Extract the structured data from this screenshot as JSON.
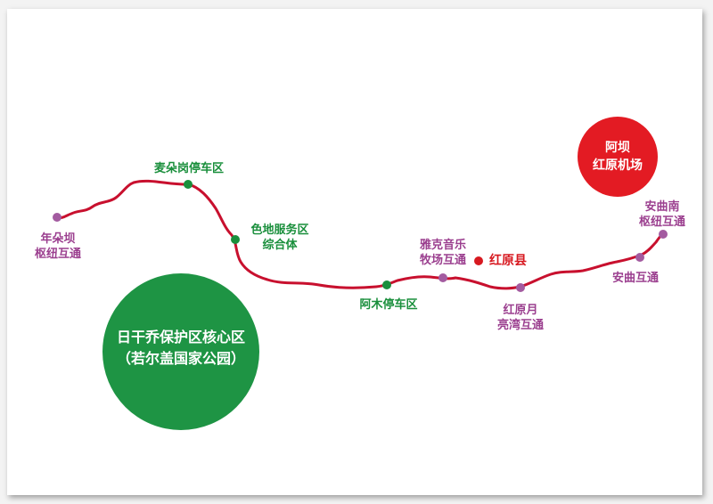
{
  "colors": {
    "route": "#c8102e",
    "station_green": "#1a8f3c",
    "interchange_purple": "#a35ba0",
    "county_red": "#d71920",
    "reserve_circle": "#1e9444",
    "airport_circle": "#e31b23"
  },
  "reserve": {
    "line1": "日干乔保护区核心区",
    "line2": "（若尔盖国家公园）"
  },
  "airport": {
    "line1": "阿坝",
    "line2": "红原机场"
  },
  "stops": {
    "nianduoba": {
      "line1": "年朵坝",
      "line2": "枢纽互通"
    },
    "maiduogang": {
      "line1": "麦朵岗停车区"
    },
    "sedi": {
      "line1": "色地服务区",
      "line2": "综合体"
    },
    "amu": {
      "line1": "阿木停车区"
    },
    "yake": {
      "line1": "雅克音乐",
      "line2": "牧场互通"
    },
    "hongyuan_county": {
      "line1": "红原县"
    },
    "hongyuanyue": {
      "line1": "红原月",
      "line2": "亮湾互通"
    },
    "anqu": {
      "line1": "安曲互通"
    },
    "anqunan": {
      "line1": "安曲南",
      "line2": "枢纽互通"
    }
  }
}
